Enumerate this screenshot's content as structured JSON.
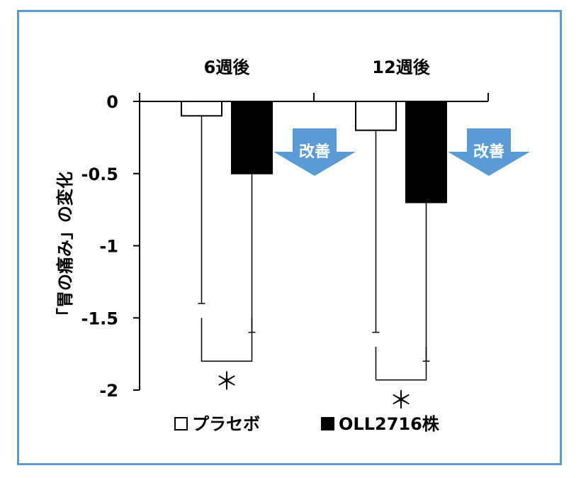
{
  "chart_data": {
    "type": "bar",
    "categories": [
      "6週後",
      "12週後"
    ],
    "ylabel": "「胃の痛み」の変化",
    "ylim": [
      -2,
      0
    ],
    "yticks": [
      0,
      -0.5,
      -1,
      -1.5,
      -2
    ],
    "ytick_labels": [
      "0",
      "-0.5",
      "-1",
      "-1.5",
      "-2"
    ],
    "x_axis_at_top": true,
    "grid": false,
    "legend_position": "bottom",
    "series": [
      {
        "name": "プラセボ",
        "values": [
          -0.1,
          -0.2
        ],
        "error_lower": [
          -1.4,
          -1.6
        ],
        "color": "#ffffff",
        "edge": "#000000"
      },
      {
        "name": "OLL2716株",
        "values": [
          -0.5,
          -0.7
        ],
        "error_lower": [
          -1.6,
          -1.8
        ],
        "color": "#000000",
        "edge": "#000000"
      }
    ],
    "annotations": [
      {
        "text": "改善",
        "category_index": 0,
        "color": "#5b9bd5"
      },
      {
        "text": "改善",
        "category_index": 1,
        "color": "#5b9bd5"
      }
    ],
    "significance": [
      {
        "category_index": 0,
        "marker": "＊",
        "bracket_top": -1.5,
        "bracket_bottom": -1.8
      },
      {
        "category_index": 1,
        "marker": "＊",
        "bracket_top": -1.7,
        "bracket_bottom": -1.93
      }
    ]
  },
  "colors": {
    "frame": "#5b9bd5",
    "arrow": "#5b9bd5"
  }
}
